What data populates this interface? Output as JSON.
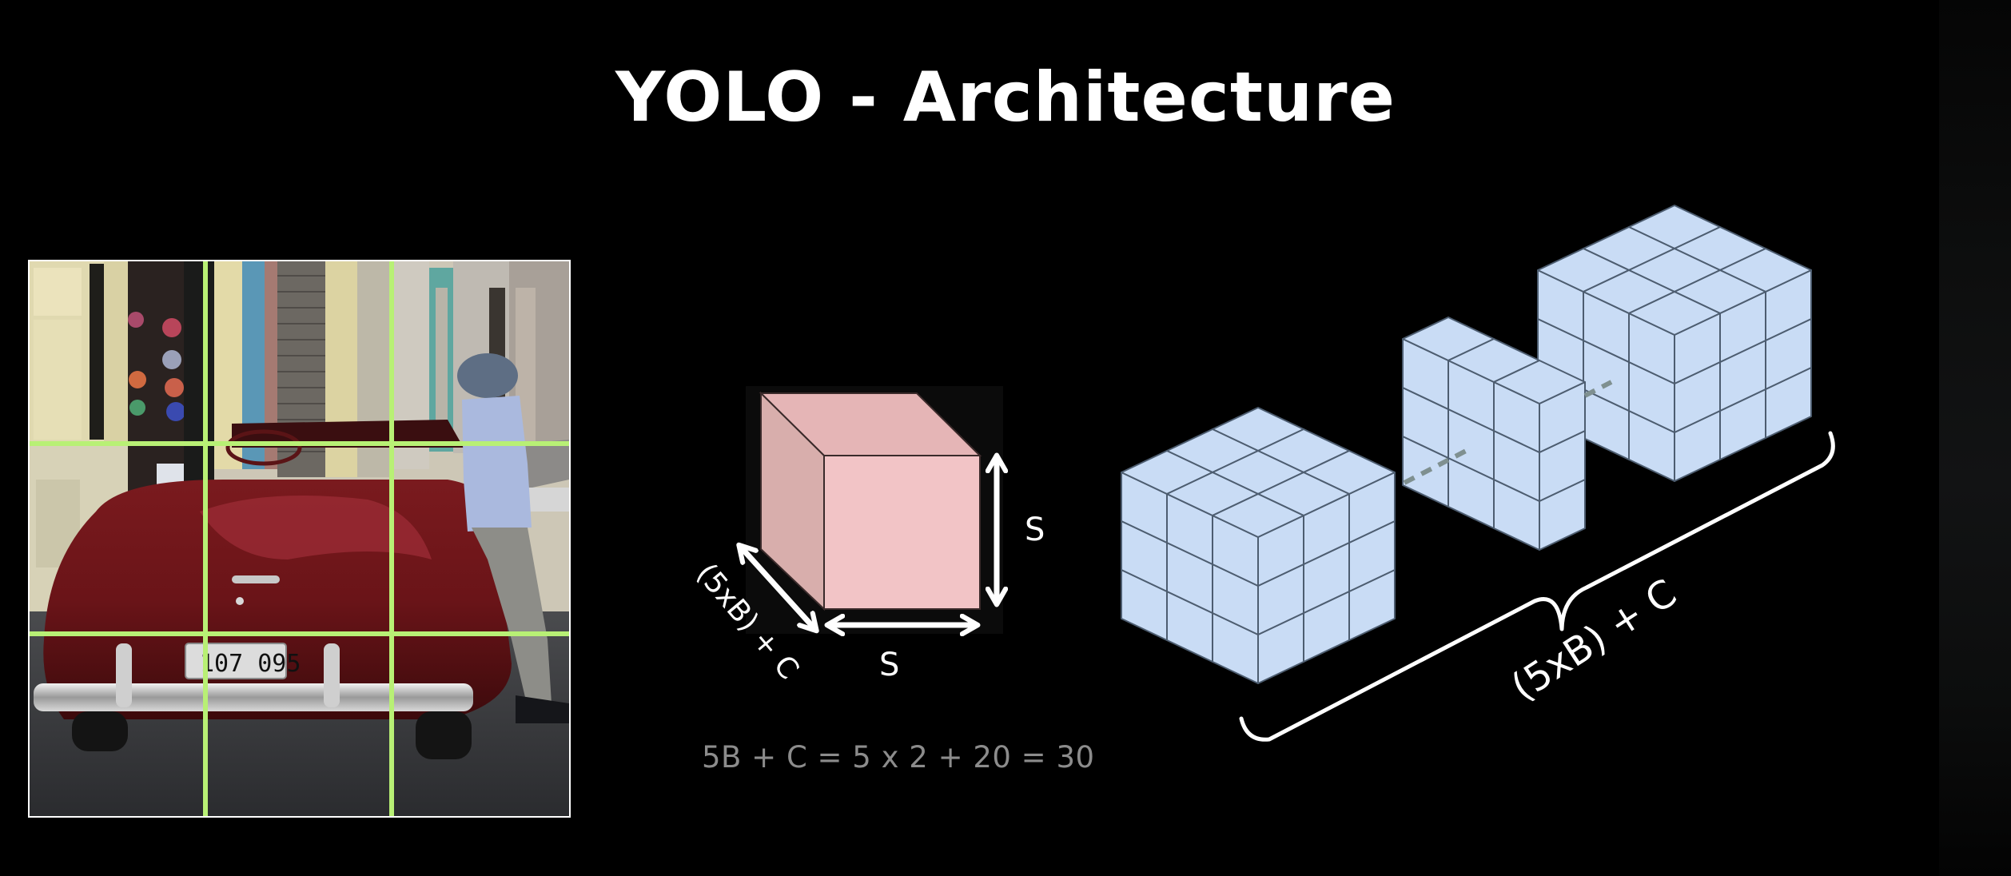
{
  "slide": {
    "title": "YOLO - Architecture",
    "formula": "5B + C = 5 x 2 + 20 = 30"
  },
  "photo": {
    "description": "red convertible car with person leaning, overlaid with 3x3 grid",
    "grid": {
      "rows": 3,
      "cols": 3,
      "line_color": "#b8f075"
    },
    "license_plate": "107 095",
    "border_color": "#ffffff"
  },
  "output_tensor": {
    "labels": {
      "height": "S",
      "width": "S",
      "depth": "(5xB) + C"
    },
    "colors": {
      "front": "#f2c4c6",
      "top": "#e5b5b6",
      "side": "#d8aeac"
    }
  },
  "grid_cells": {
    "label": "(5xB) + C",
    "colors": {
      "face": "#c9dcf5",
      "edge": "#4d5d70",
      "dash": "#7f9090"
    }
  },
  "colors": {
    "background": "#000000",
    "title": "#ffffff",
    "formula": "#8c8c8c",
    "annotation": "#ffffff"
  }
}
